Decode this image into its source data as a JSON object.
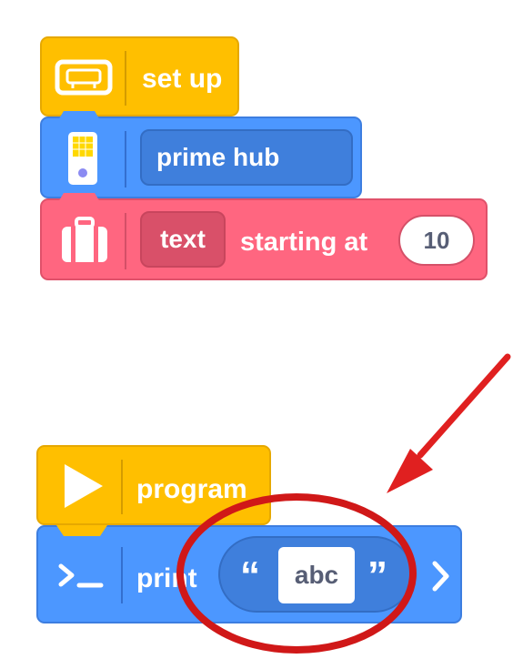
{
  "stack1": {
    "setup": {
      "label": "set up",
      "icon": "hub-setup-icon"
    },
    "hub": {
      "dropdown": "prime hub",
      "icon": "prime-hub-icon"
    },
    "text": {
      "dropdown": "text",
      "label": "starting at",
      "value": "10",
      "icon": "suitcase-icon"
    }
  },
  "stack2": {
    "program": {
      "label": "program",
      "icon": "play-icon"
    },
    "print": {
      "label": "print",
      "open_quote": "“",
      "value": "abc",
      "close_quote": "”",
      "icon": "terminal-icon"
    }
  },
  "annotation": {
    "arrow_color": "#e02020",
    "circle_color": "#d01818"
  },
  "colors": {
    "yellow": "#ffbf00",
    "blue": "#4c97ff",
    "red": "#ff6680"
  }
}
